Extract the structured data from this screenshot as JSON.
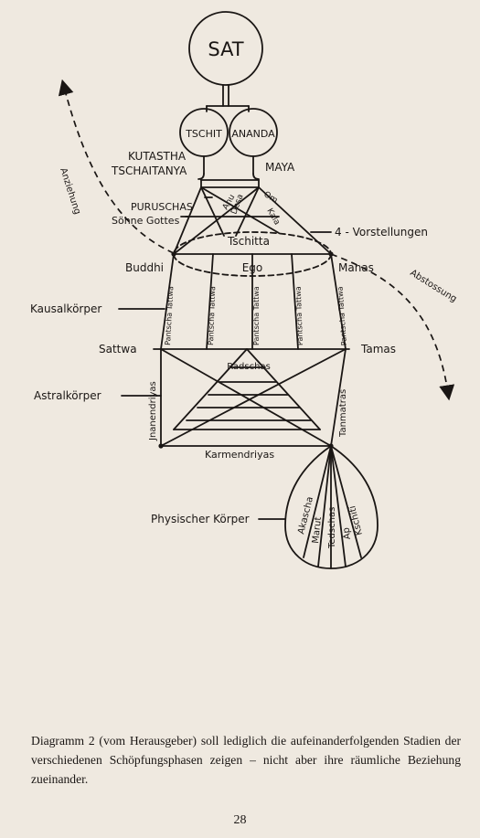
{
  "diagram": {
    "nodes": {
      "sat": "SAT",
      "tschit": "TSCHIT",
      "ananda": "ANANDA",
      "kutastha": "KUTASTHA",
      "tschaitanya": "TSCHAITANYA",
      "maya": "MAYA",
      "puruschas": "PURUSCHAS",
      "soehne_gottes": "Söhne Gottes",
      "anu": "Anu",
      "desa": "Desa",
      "om": "Om",
      "kala": "Kala",
      "vorstellungen": "4 - Vorstellungen",
      "tschitta": "Tschitta",
      "buddhi": "Buddhi",
      "ego": "Ego",
      "manas": "Manas",
      "kausal": "Kausalkörper",
      "sattwa": "Sattwa",
      "tamas": "Tamas",
      "radschas": "Radschas",
      "astral": "Astralkörper",
      "jnanendriyas": "Jnanendriyas",
      "tanmatras": "Tanmatras",
      "karmendriyas": "Karmendriyas",
      "physischer": "Physischer Körper",
      "akascha": "Akascha",
      "marut": "Marut",
      "tedschas": "Tedschas",
      "ap": "Ap",
      "kschiti": "Kschiti",
      "pantscha_tattwa": "Pantscha Tattwa",
      "anziehung": "Anziehung",
      "abstossung": "Abstossung"
    }
  },
  "caption": "Diagramm 2 (vom Herausgeber) soll lediglich die aufeinanderfolgenden Stadien der verschiedenen Schöpfungsphasen zeigen – nicht aber ihre räumliche Beziehung zueinander.",
  "page_number": "28"
}
